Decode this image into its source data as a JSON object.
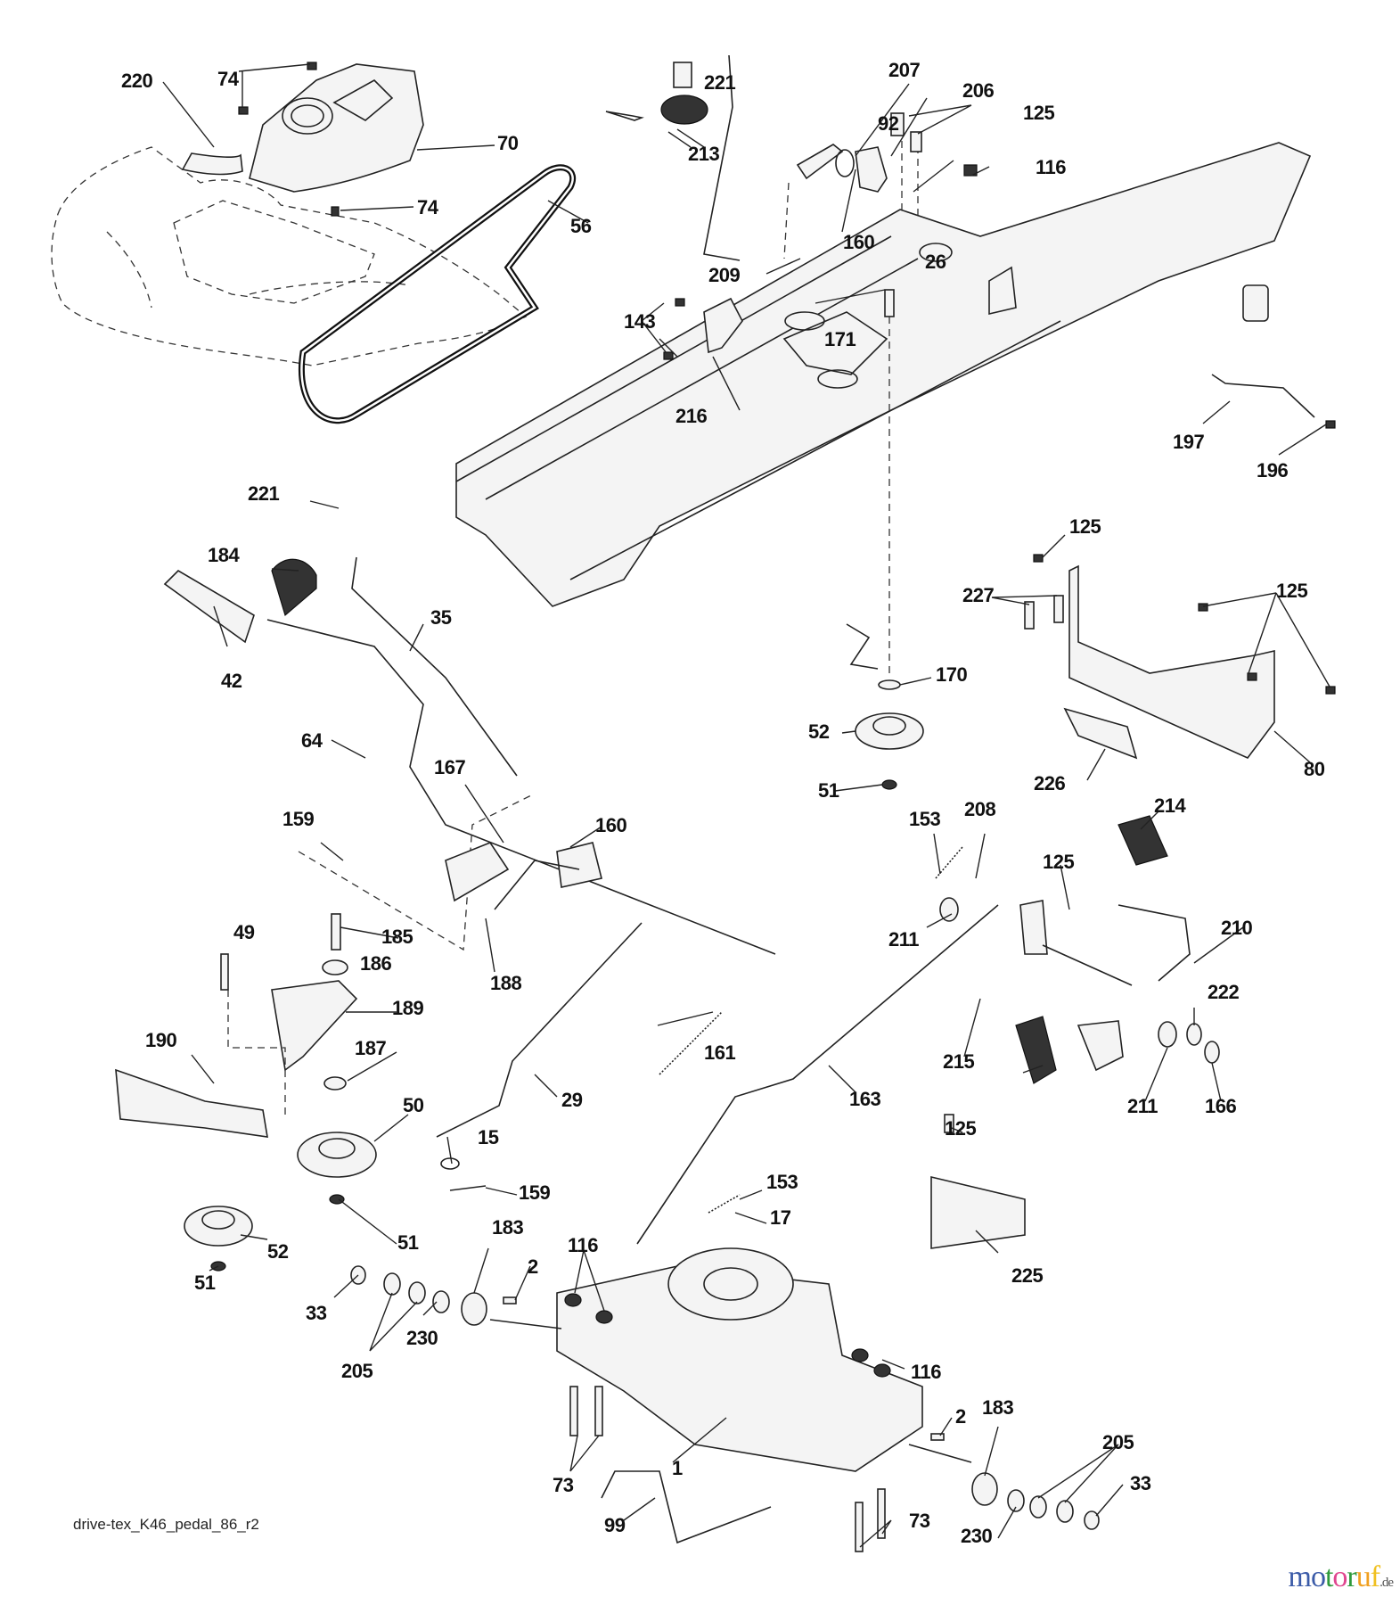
{
  "diagram": {
    "title": "Exploded parts diagram - drive / pedal assembly",
    "caption": "drive-tex_K46_pedal_86_r2",
    "watermark": {
      "letters": [
        "m",
        "o",
        "t",
        "o",
        "r",
        "u",
        "f"
      ],
      "colors": [
        "#3b5ba8",
        "#3b5ba8",
        "#2f9a3c",
        "#e0468f",
        "#2f9a3c",
        "#f0a020",
        "#f0c020"
      ],
      "tld": ".de"
    },
    "part_labels": [
      {
        "id": "l1",
        "text": "220"
      },
      {
        "id": "l2",
        "text": "74"
      },
      {
        "id": "l3",
        "text": "70"
      },
      {
        "id": "l4",
        "text": "74"
      },
      {
        "id": "l5",
        "text": "221"
      },
      {
        "id": "l6",
        "text": "213"
      },
      {
        "id": "l7",
        "text": "207"
      },
      {
        "id": "l8",
        "text": "206"
      },
      {
        "id": "l9",
        "text": "125"
      },
      {
        "id": "l10",
        "text": "92"
      },
      {
        "id": "l11",
        "text": "116"
      },
      {
        "id": "l12",
        "text": "160"
      },
      {
        "id": "l13",
        "text": "26"
      },
      {
        "id": "l14",
        "text": "56"
      },
      {
        "id": "l15",
        "text": "209"
      },
      {
        "id": "l16",
        "text": "171"
      },
      {
        "id": "l17",
        "text": "143"
      },
      {
        "id": "l18",
        "text": "216"
      },
      {
        "id": "l19",
        "text": "197"
      },
      {
        "id": "l20",
        "text": "196"
      },
      {
        "id": "l21",
        "text": "221"
      },
      {
        "id": "l22",
        "text": "184"
      },
      {
        "id": "l23",
        "text": "35"
      },
      {
        "id": "l24",
        "text": "42"
      },
      {
        "id": "l25",
        "text": "125"
      },
      {
        "id": "l26",
        "text": "227"
      },
      {
        "id": "l27",
        "text": "125"
      },
      {
        "id": "l28",
        "text": "170"
      },
      {
        "id": "l29",
        "text": "52"
      },
      {
        "id": "l30",
        "text": "51"
      },
      {
        "id": "l31",
        "text": "226"
      },
      {
        "id": "l32",
        "text": "80"
      },
      {
        "id": "l33",
        "text": "64"
      },
      {
        "id": "l34",
        "text": "167"
      },
      {
        "id": "l35",
        "text": "159"
      },
      {
        "id": "l36",
        "text": "160"
      },
      {
        "id": "l37",
        "text": "153"
      },
      {
        "id": "l38",
        "text": "208"
      },
      {
        "id": "l39",
        "text": "214"
      },
      {
        "id": "l40",
        "text": "125"
      },
      {
        "id": "l41",
        "text": "185"
      },
      {
        "id": "l42",
        "text": "49"
      },
      {
        "id": "l43",
        "text": "186"
      },
      {
        "id": "l44",
        "text": "188"
      },
      {
        "id": "l45",
        "text": "211"
      },
      {
        "id": "l46",
        "text": "210"
      },
      {
        "id": "l47",
        "text": "189"
      },
      {
        "id": "l48",
        "text": "222"
      },
      {
        "id": "l49",
        "text": "190"
      },
      {
        "id": "l50",
        "text": "187"
      },
      {
        "id": "l51",
        "text": "161"
      },
      {
        "id": "l52",
        "text": "215"
      },
      {
        "id": "l53",
        "text": "50"
      },
      {
        "id": "l54",
        "text": "29"
      },
      {
        "id": "l55",
        "text": "163"
      },
      {
        "id": "l56",
        "text": "211"
      },
      {
        "id": "l57",
        "text": "166"
      },
      {
        "id": "l58",
        "text": "15"
      },
      {
        "id": "l59",
        "text": "125"
      },
      {
        "id": "l60",
        "text": "159"
      },
      {
        "id": "l61",
        "text": "153"
      },
      {
        "id": "l62",
        "text": "17"
      },
      {
        "id": "l63",
        "text": "52"
      },
      {
        "id": "l64",
        "text": "51"
      },
      {
        "id": "l65",
        "text": "51"
      },
      {
        "id": "l66",
        "text": "183"
      },
      {
        "id": "l67",
        "text": "116"
      },
      {
        "id": "l68",
        "text": "2"
      },
      {
        "id": "l69",
        "text": "225"
      },
      {
        "id": "l70",
        "text": "33"
      },
      {
        "id": "l71",
        "text": "230"
      },
      {
        "id": "l72",
        "text": "205"
      },
      {
        "id": "l73",
        "text": "116"
      },
      {
        "id": "l74",
        "text": "183"
      },
      {
        "id": "l75",
        "text": "2"
      },
      {
        "id": "l76",
        "text": "205"
      },
      {
        "id": "l77",
        "text": "1"
      },
      {
        "id": "l78",
        "text": "73"
      },
      {
        "id": "l79",
        "text": "33"
      },
      {
        "id": "l80",
        "text": "99"
      },
      {
        "id": "l81",
        "text": "73"
      },
      {
        "id": "l82",
        "text": "230"
      }
    ]
  }
}
